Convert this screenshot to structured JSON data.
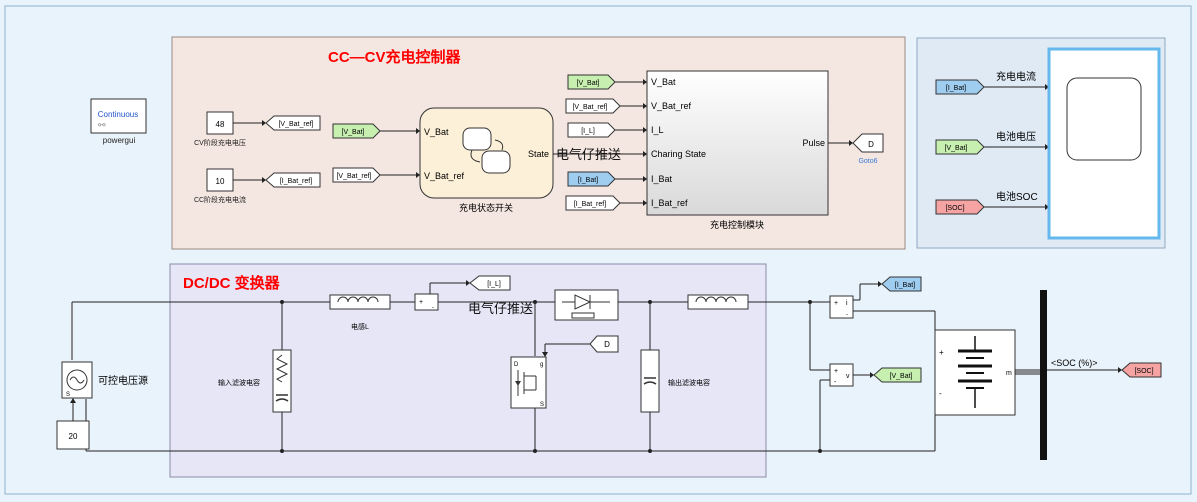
{
  "colors": {
    "background": "#e9f3fb",
    "cc_area_fill": "#f4e6e0",
    "dc_area_fill": "#e6e6f7",
    "scope_area_fill": "#dfeaf5",
    "title_red": "#ff0000",
    "goto_green": "#c6efb0",
    "goto_blue": "#9fcdf0",
    "goto_red": "#f5a3a3",
    "link_blue": "#3a7bd5",
    "scope_border": "#64b8ee"
  },
  "titles": {
    "cc_cv": "CC—CV充电控制器",
    "dcdc": "DC/DC 变换器"
  },
  "powergui": {
    "top": "Continuous",
    "bottom": "powergui"
  },
  "constants": {
    "cv_value": "48",
    "cv_label": "CV阶段充电电压",
    "cc_value": "10",
    "cc_label": "CC阶段充电电流",
    "src_value": "20"
  },
  "tags": {
    "v_bat_ref": "[V_Bat_ref]",
    "i_bat_ref": "[I_Bat_ref]",
    "v_bat": "[V_Bat]",
    "i_l": "[I_L]",
    "i_bat": "[I_Bat]",
    "soc": "[SOC]",
    "d": "D"
  },
  "stateflow": {
    "in1": "V_Bat",
    "in2": "V_Bat_ref",
    "out": "State",
    "caption": "充电状态开关"
  },
  "control_block": {
    "ports": [
      "V_Bat",
      "V_Bat_ref",
      "I_L",
      "Charing State",
      "I_Bat",
      "I_Bat_ref"
    ],
    "out": "Pulse",
    "caption": "充电控制模块",
    "goto_caption": "Goto6"
  },
  "watermark": "电气仔推送",
  "scope": {
    "labels": [
      "充电电流",
      "电池电压",
      "电池SOC"
    ]
  },
  "circuit": {
    "source_label": "可控电压源",
    "inductor_label": "电感L",
    "cin_label": "输入滤波电容",
    "cout_label": "输出滤波电容",
    "meter_plus": "+",
    "meter_minus": "-",
    "meter_i": "i",
    "meter_v": "v",
    "batt_plus": "+",
    "batt_minus": "-",
    "batt_m": "m",
    "mos_g": "g",
    "mos_d": "D",
    "mos_s": "S",
    "src_s": "S",
    "bus_out": "<SOC (%)>"
  }
}
